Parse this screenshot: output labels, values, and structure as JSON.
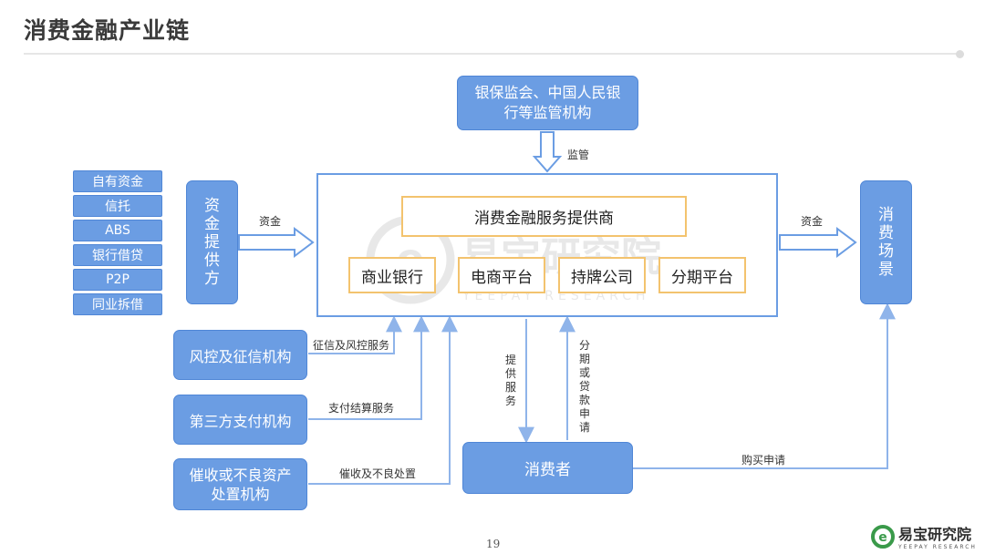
{
  "title": "消费金融产业链",
  "regulator": {
    "line1": "银保监会、中国人民银",
    "line2": "行等监管机构"
  },
  "supervise_label": "监管",
  "capital_sources": [
    "自有资金",
    "信托",
    "ABS",
    "银行借贷",
    "P2P",
    "同业拆借"
  ],
  "capital_provider": "资金提供方",
  "capital_label_in": "资金",
  "capital_label_out": "资金",
  "provider_title": "消费金融服务提供商",
  "providers": [
    "商业银行",
    "电商平台",
    "持牌公司",
    "分期平台"
  ],
  "scene": "消费场景",
  "support_orgs": [
    {
      "name": "风控及征信机构",
      "service": "征信及风控服务"
    },
    {
      "name": "第三方支付机构",
      "service": "支付结算服务"
    },
    {
      "name_line1": "催收或不良资产",
      "name_line2": "处置机构",
      "service": "催收及不良处置"
    }
  ],
  "consumer": "消费者",
  "provide_service_label": "提供服务",
  "loan_apply_label": "分期或贷款申请",
  "purchase_label": "购买申请",
  "page_number": "19",
  "watermark": {
    "cn": "易宝研究院",
    "en": "YEEPAY RESEARCH"
  },
  "logo": {
    "cn": "易宝研究院",
    "en": "YEEPAY RESEARCH"
  },
  "colors": {
    "blue": "#6b9de3",
    "blue_border": "#4f86d6",
    "orange": "#f3c36e",
    "arrow": "#8fb4ea"
  }
}
